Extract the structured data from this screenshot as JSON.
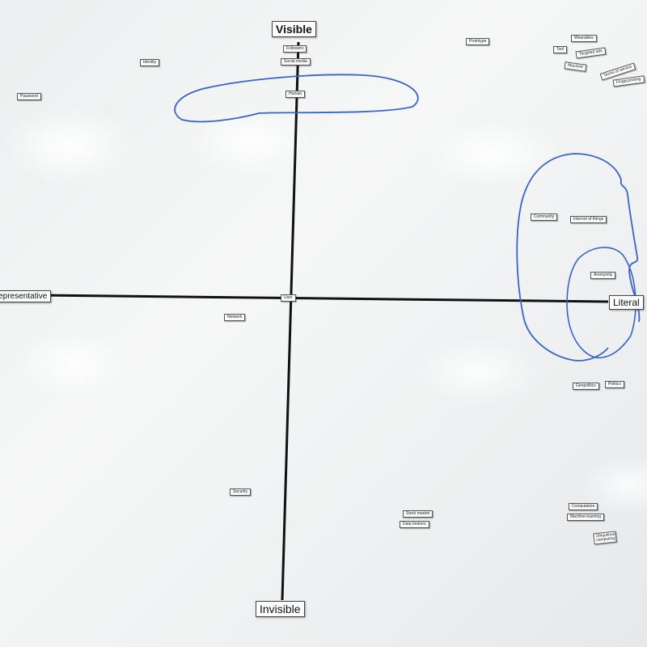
{
  "board": {
    "axis_labels": {
      "top": "Visible",
      "bottom": "Invisible",
      "left": "Representative",
      "right": "Literal"
    },
    "center_label": "User",
    "magnets": [
      {
        "key": "followers",
        "text": "Followers"
      },
      {
        "key": "social_media",
        "text": "Social media"
      },
      {
        "key": "human",
        "text": "Human"
      },
      {
        "key": "identity",
        "text": "Identity"
      },
      {
        "key": "password",
        "text": "Password"
      },
      {
        "key": "prototype",
        "text": "Prototype"
      },
      {
        "key": "wearables",
        "text": "Wearables"
      },
      {
        "key": "tool",
        "text": "Tool"
      },
      {
        "key": "targeted_ads",
        "text": "Targeted ads"
      },
      {
        "key": "machine",
        "text": "Machine"
      },
      {
        "key": "terms_of_service",
        "text": "Terms of service"
      },
      {
        "key": "fingerprinting",
        "text": "Fingerprinting"
      },
      {
        "key": "community",
        "text": "Community"
      },
      {
        "key": "internet_of_things",
        "text": "Internet of things"
      },
      {
        "key": "anonymity",
        "text": "Anonymity"
      },
      {
        "key": "network",
        "text": "Network"
      },
      {
        "key": "geopolitics",
        "text": "Geopolitics"
      },
      {
        "key": "politics",
        "text": "Politics"
      },
      {
        "key": "security",
        "text": "Security"
      },
      {
        "key": "stock_market",
        "text": "Stock market"
      },
      {
        "key": "data_brokers",
        "text": "Data brokers"
      },
      {
        "key": "computation",
        "text": "Computation"
      },
      {
        "key": "machine_learning",
        "text": "Machine learning"
      },
      {
        "key": "ubiquitous_computing",
        "text": "Ubiquitous computing"
      }
    ],
    "colors": {
      "marker_black": "#111111",
      "marker_blue": "#3a63c9",
      "board": "#f0f1f2"
    }
  }
}
